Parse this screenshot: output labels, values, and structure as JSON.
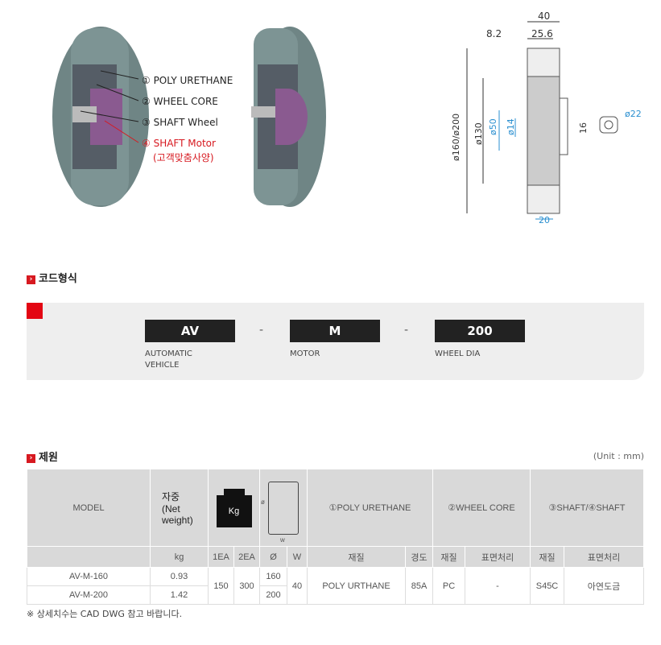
{
  "diagram": {
    "parts": [
      {
        "label": "① POLY URETHANE",
        "color": "#222"
      },
      {
        "label": "② WHEEL CORE",
        "color": "#222"
      },
      {
        "label": "③ SHAFT Wheel",
        "color": "#222"
      },
      {
        "label": "④ SHAFT Motor",
        "color": "#d71920"
      },
      {
        "label": "(고객맞춤사양)",
        "color": "#d71920"
      }
    ],
    "dims": {
      "width_total": "40",
      "offset": "8.2",
      "core": "25.6",
      "dia": "ø160/ø200",
      "dia130": "ø130",
      "dia50": "ø50",
      "dia14": "ø14",
      "tread": "20",
      "shaft_h": "16",
      "shaft_d": "ø22"
    }
  },
  "code_section": {
    "title": "코드형식",
    "boxes": [
      {
        "code": "AV",
        "desc1": "AUTOMATIC",
        "desc2": "VEHICLE"
      },
      {
        "code": "M",
        "desc1": "MOTOR",
        "desc2": ""
      },
      {
        "code": "200",
        "desc1": "WHEEL DIA",
        "desc2": ""
      }
    ],
    "separator": "-"
  },
  "spec_section": {
    "title": "제원",
    "unit": "(Unit : mm)",
    "headers": {
      "model": "MODEL",
      "weight1": "자중",
      "weight2": "(Net",
      "weight3": "weight)",
      "kg_icon": "Kg",
      "dia_sym": "ø",
      "w_sym": "w",
      "pu": "①POLY URETHANE",
      "core": "②WHEEL CORE",
      "shaft": "③SHAFT/④SHAFT"
    },
    "subheaders": {
      "kg": "kg",
      "ea1": "1EA",
      "ea2": "2EA",
      "dia": "Ø",
      "w": "W",
      "pu_mat": "재질",
      "pu_hard": "경도",
      "core_mat": "재질",
      "core_surf": "표면처리",
      "shaft_mat": "재질",
      "shaft_surf": "표면처리"
    },
    "rows": [
      {
        "model": "AV-M-160",
        "kg": "0.93",
        "dia": "160"
      },
      {
        "model": "AV-M-200",
        "kg": "1.42",
        "dia": "200"
      }
    ],
    "shared": {
      "ea1": "150",
      "ea2": "300",
      "w": "40",
      "pu_mat": "POLY URTHANE",
      "pu_hard": "85A",
      "core_mat": "PC",
      "core_surf": "-",
      "shaft_mat": "S45C",
      "shaft_surf": "아연도금"
    },
    "note": "※ 상세치수는 CAD DWG 참고 바랍니다."
  }
}
